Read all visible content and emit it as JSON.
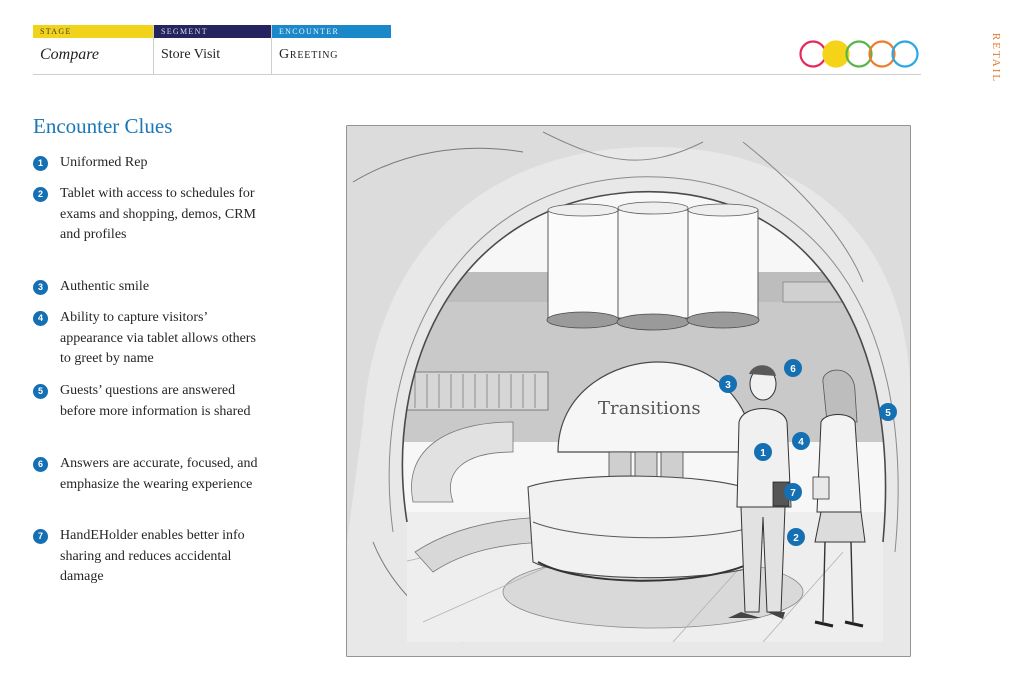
{
  "header": {
    "stage": {
      "label": "STAGE",
      "value": "Compare"
    },
    "segment": {
      "label": "SEGMENT",
      "value": "Store Visit"
    },
    "encounter": {
      "label": "ENCOUNTER",
      "value": "Greeting"
    }
  },
  "side_label": "RETAIL",
  "logo_rings": {
    "colors": [
      "#e6285c",
      "#f5d318",
      "#58b548",
      "#ee7c2a",
      "#29a9e0"
    ]
  },
  "clues": {
    "title": "Encounter Clues",
    "items": [
      {
        "num": "1",
        "text": "Uniformed Rep"
      },
      {
        "num": "2",
        "text": "Tablet with access to schedules for exams and shopping, demos, CRM and profiles"
      },
      {
        "num": "3",
        "text": "Authentic smile"
      },
      {
        "num": "4",
        "text": "Ability to capture visitors’ appearance via tablet allows others to greet by name"
      },
      {
        "num": "5",
        "text": "Guests’ questions are answered before more information is shared"
      },
      {
        "num": "6",
        "text": "Answers are accurate, focused, and emphasize the wearing experience"
      },
      {
        "num": "7",
        "text": "HandEHolder enables better info sharing and reduces accidental damage"
      }
    ]
  },
  "sketch": {
    "sign_text": "Transitions",
    "markers": [
      "1",
      "2",
      "3",
      "4",
      "5",
      "6",
      "7"
    ]
  }
}
